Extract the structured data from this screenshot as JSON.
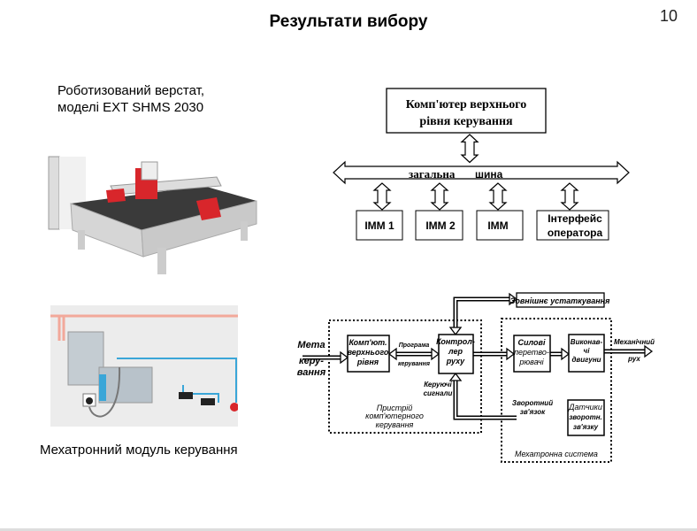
{
  "slide": {
    "title": "Результати вибору",
    "page_number": "10"
  },
  "left": {
    "machine_caption": [
      "Роботизований верстат,",
      "моделі EXT SHMS 2030"
    ],
    "module_caption": "Мехатронний модуль керування"
  },
  "top_diagram": {
    "computer": [
      "Комп'ютер верхнього",
      "рівня керування"
    ],
    "bus_label": [
      "загальна",
      "шина"
    ],
    "nodes": [
      "IMM 1",
      "IMM 2",
      "IMM",
      [
        "Інтерфейс",
        "оператора"
      ]
    ]
  },
  "bottom_diagram": {
    "external": "Зовнішнє устаткування",
    "goal": [
      "Мета",
      "керу-",
      "вання"
    ],
    "upper_computer": [
      "Комп'ют.",
      "верхнього",
      "рівня"
    ],
    "program": [
      "Програма",
      "керування"
    ],
    "controller": [
      "Контрол-",
      "лер",
      "руху"
    ],
    "control_signals": [
      "Керуючі",
      "сигнали"
    ],
    "device": [
      "Пристрій",
      "комп'ютерного",
      "керування"
    ],
    "power": [
      "Силові",
      "перетво-",
      "рювачі"
    ],
    "motors": [
      "Виконав-",
      "чі",
      "двигуни"
    ],
    "output": [
      "Механічний",
      "рух"
    ],
    "feedback": [
      "Зворотний",
      "зв'язок"
    ],
    "sensors": [
      "Датчики",
      "зворотн.",
      "зв'язку"
    ],
    "system": "Мехатронна система"
  },
  "colors": {
    "accent_red": "#d8262b",
    "cable_blue": "#3aa6d8",
    "power_line": "#f2a89a"
  }
}
